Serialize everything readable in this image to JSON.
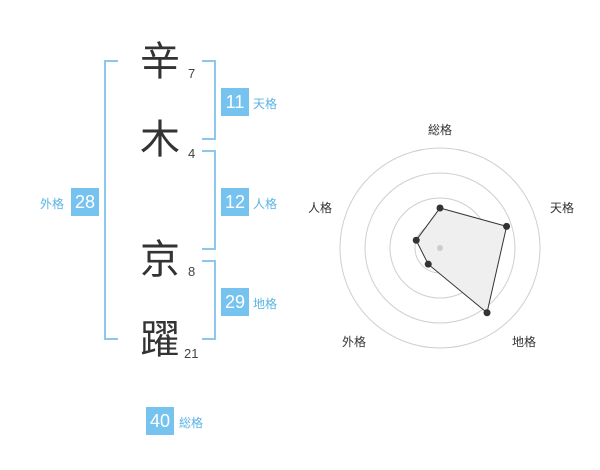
{
  "name": {
    "chars": [
      {
        "char": "辛",
        "strokes": "7"
      },
      {
        "char": "木",
        "strokes": "4"
      },
      {
        "char": "京",
        "strokes": "8"
      },
      {
        "char": "躍",
        "strokes": "21"
      }
    ]
  },
  "scores": {
    "tenkaku": {
      "value": "11",
      "label": "天格"
    },
    "jinkaku": {
      "value": "12",
      "label": "人格"
    },
    "chikaku": {
      "value": "29",
      "label": "地格"
    },
    "gaikaku": {
      "value": "28",
      "label": "外格"
    },
    "soukaku": {
      "value": "40",
      "label": "総格"
    }
  },
  "colors": {
    "accent": "#76c3f0",
    "bracket": "#8cc8ee"
  },
  "chart_data": {
    "type": "radar",
    "axes": [
      "総格",
      "天格",
      "地格",
      "外格",
      "人格"
    ],
    "values": [
      0.4,
      0.7,
      0.8,
      0.2,
      0.25
    ],
    "rings": 4,
    "fill": "#efefef",
    "line": "#333333"
  }
}
